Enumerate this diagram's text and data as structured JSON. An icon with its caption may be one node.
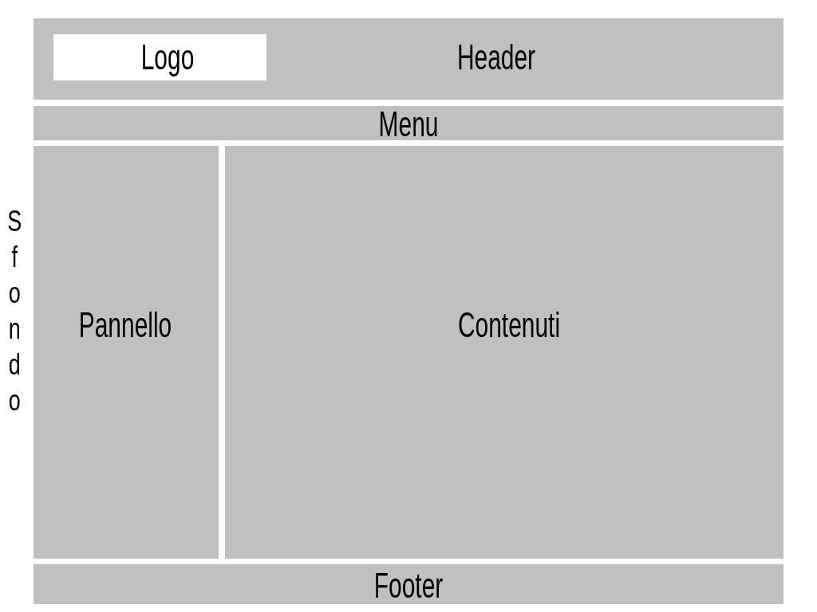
{
  "diagram": {
    "nodes": [
      {
        "text": [
          "Header"
        ]
      },
      {
        "text": [
          "Logo"
        ],
        "in": 0
      },
      {
        "text": [
          "Menu"
        ]
      },
      {
        "text": [
          "Pannello"
        ]
      },
      {
        "text": [
          "Contenuti"
        ]
      },
      {
        "text": [
          "Footer"
        ]
      }
    ],
    "labels": [
      "Sfondo"
    ]
  }
}
